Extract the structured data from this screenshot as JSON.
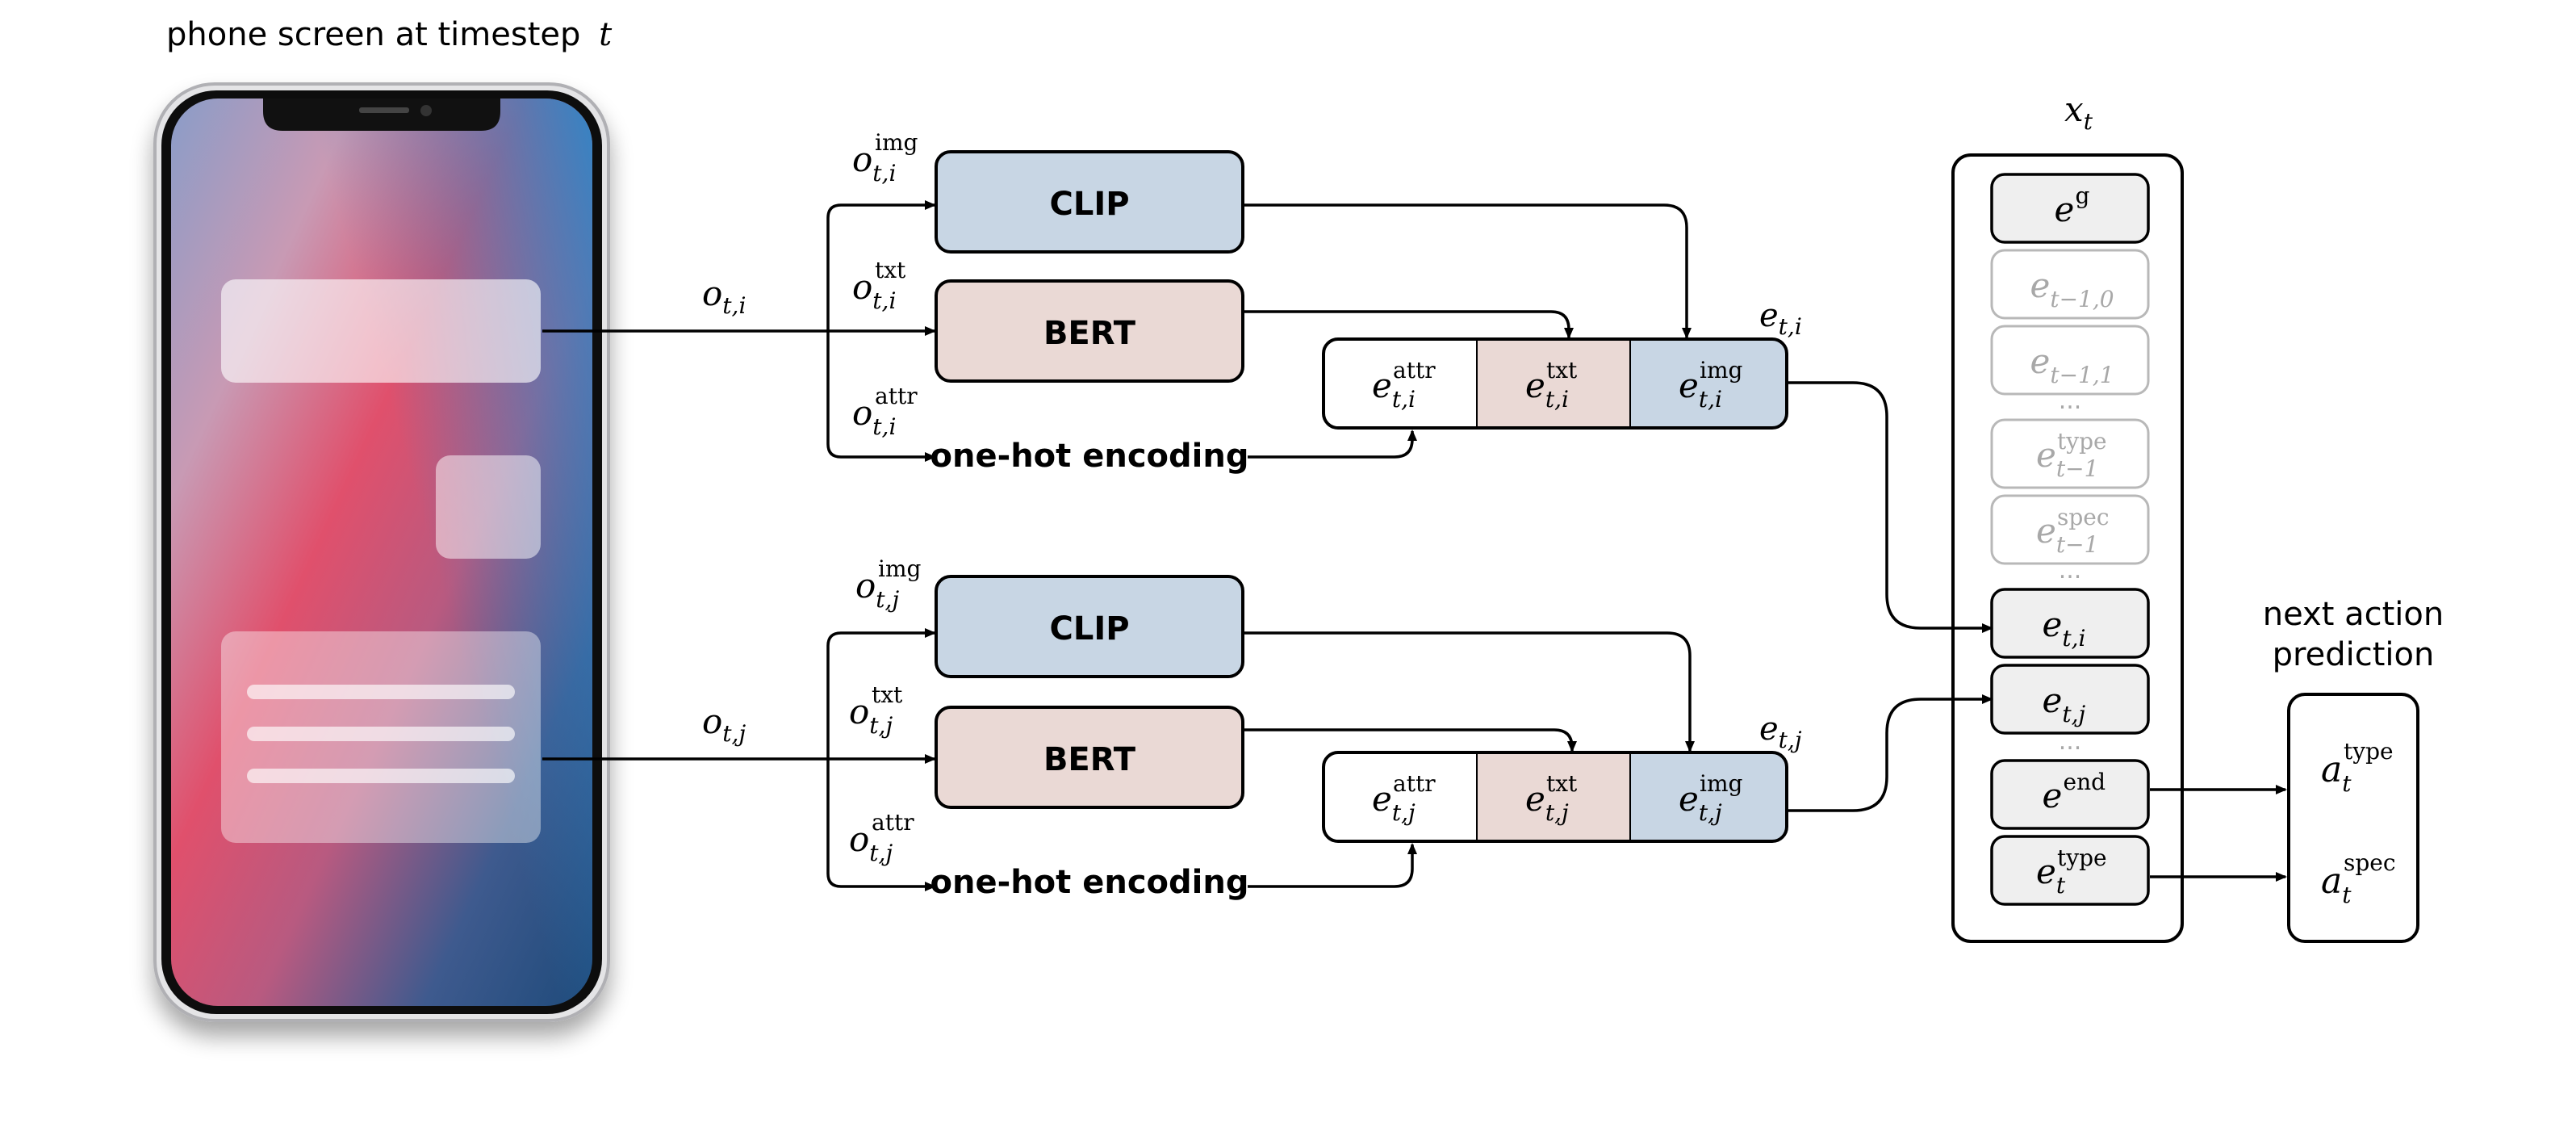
{
  "phone": {
    "caption_prefix": "phone screen at timestep",
    "caption_var": "t"
  },
  "encoders": {
    "clip_label": "CLIP",
    "bert_label": "BERT",
    "onehot_label": "one-hot encoding"
  },
  "inputs": {
    "i": {
      "obs": "o",
      "sub": "t,i",
      "img_sup": "img",
      "txt_sup": "txt",
      "attr_sup": "attr"
    },
    "j": {
      "obs": "o",
      "sub": "t,j",
      "img_sup": "img",
      "txt_sup": "txt",
      "attr_sup": "attr"
    }
  },
  "embeddings": {
    "i": {
      "name": "e",
      "sub": "t,i",
      "attr": "attr",
      "txt": "txt",
      "img": "img"
    },
    "j": {
      "name": "e",
      "sub": "t,j",
      "attr": "attr",
      "txt": "txt",
      "img": "img"
    }
  },
  "sequence": {
    "title_var": "x",
    "title_sub": "t",
    "items": [
      {
        "base": "e",
        "sup": "g",
        "sub": "",
        "faded": false
      },
      {
        "base": "e",
        "sup": "",
        "sub": "t−1,0",
        "faded": true
      },
      {
        "base": "e",
        "sup": "",
        "sub": "t−1,1",
        "faded": true
      },
      {
        "ellipsis": "..."
      },
      {
        "base": "e",
        "sup": "type",
        "sub": "t−1",
        "faded": true
      },
      {
        "base": "e",
        "sup": "spec",
        "sub": "t−1",
        "faded": true
      },
      {
        "ellipsis": "..."
      },
      {
        "base": "e",
        "sup": "",
        "sub": "t,i",
        "faded": false
      },
      {
        "base": "e",
        "sup": "",
        "sub": "t,j",
        "faded": false
      },
      {
        "ellipsis": "..."
      },
      {
        "base": "e",
        "sup": "end",
        "sub": "",
        "faded": false
      },
      {
        "base": "e",
        "sup": "type",
        "sub": "t",
        "faded": false
      }
    ]
  },
  "prediction": {
    "title_line1": "next action",
    "title_line2": "prediction",
    "type": {
      "base": "a",
      "sup": "type",
      "sub": "t"
    },
    "spec": {
      "base": "a",
      "sup": "spec",
      "sub": "t"
    }
  },
  "colors": {
    "clip_fill": "#c8d6e4",
    "bert_fill": "#ead9d5",
    "seq_fill": "#efefef",
    "faded_stroke": "#b8b8b8"
  }
}
